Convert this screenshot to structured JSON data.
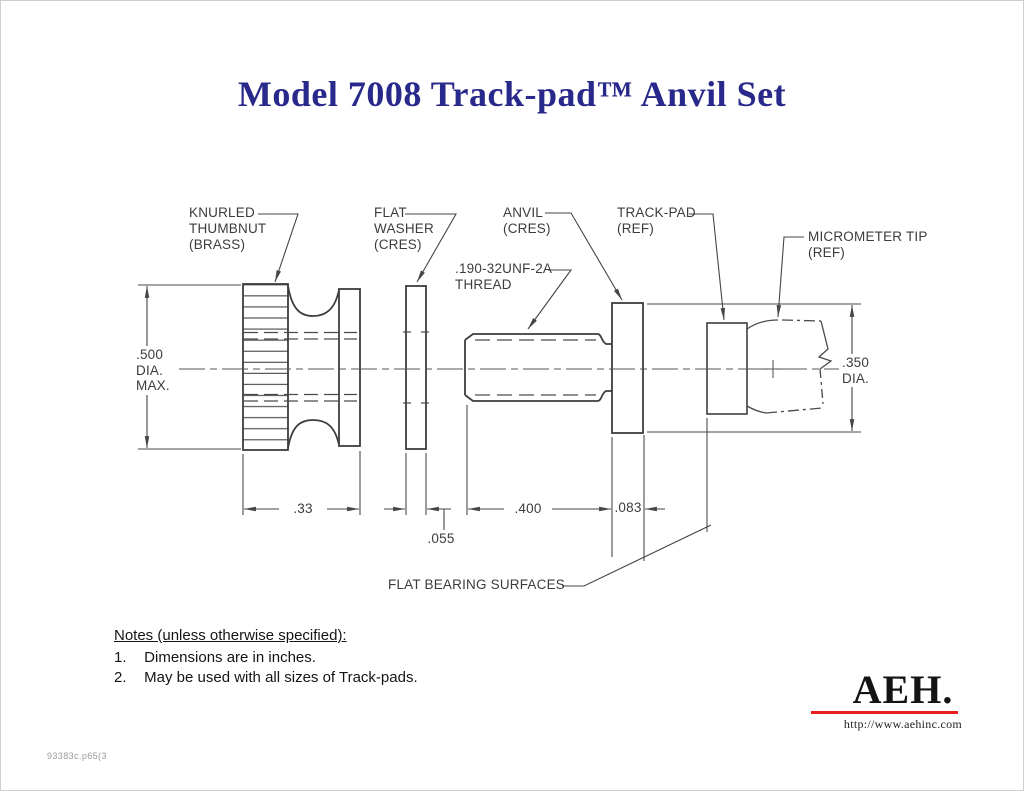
{
  "title": "Model 7008 Track-pad™ Anvil Set",
  "labels": {
    "knurled": "KNURLED\nTHUMBNUT\n(BRASS)",
    "washer": "FLAT\nWASHER\n(CRES)",
    "anvil": "ANVIL\n(CRES)",
    "trackpad": "TRACK-PAD\n(REF)",
    "micrometer": "MICROMETER TIP\n(REF)",
    "thread": ".190-32UNF-2A\nTHREAD",
    "flat_bearing": "FLAT BEARING SURFACES"
  },
  "dimensions": {
    "dia_left": ".500\nDIA.\nMAX.",
    "dia_right": ".350\nDIA.",
    "thumbnut_width": ".33",
    "washer_thickness": ".055",
    "thread_length": ".400",
    "flange_thickness": ".083"
  },
  "notes": {
    "heading": "Notes (unless otherwise specified):",
    "items": [
      {
        "num": "1.",
        "text": "Dimensions are in inches."
      },
      {
        "num": "2.",
        "text": "May be used with all sizes of Track-pads."
      }
    ]
  },
  "footer": {
    "logo": "AEH.",
    "url": "http://www.aehinc.com",
    "doc_number": "93383c.p65(3"
  },
  "colors": {
    "title_blue": "#29298c",
    "logo_rule_red": "#e81e1e",
    "line_gray": "#454545"
  }
}
